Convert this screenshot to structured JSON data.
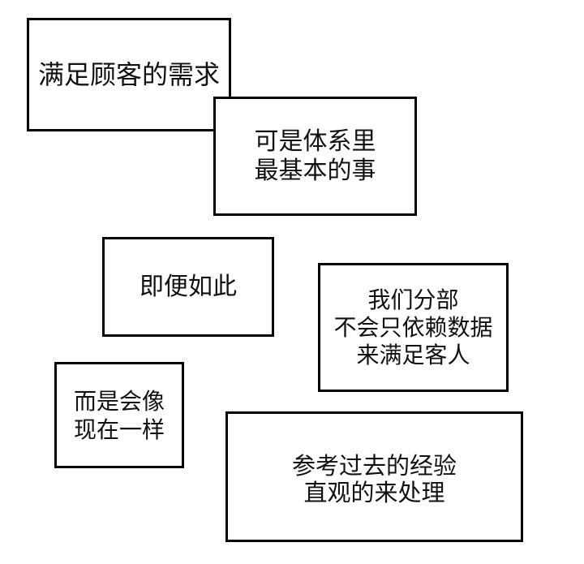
{
  "page": {
    "background_color": "#ffffff",
    "bubble_border_color": "#000000",
    "text_color": "#111111"
  },
  "bubbles": [
    {
      "name": "bubble-1",
      "lines": [
        "满足顾客的需求"
      ]
    },
    {
      "name": "bubble-2",
      "lines": [
        "可是体系里",
        "最基本的事"
      ]
    },
    {
      "name": "bubble-3",
      "lines": [
        "即便如此"
      ]
    },
    {
      "name": "bubble-4",
      "lines": [
        "我们分部",
        "不会只依赖数据",
        "来满足客人"
      ]
    },
    {
      "name": "bubble-5",
      "lines": [
        "而是会像",
        "现在一样"
      ]
    },
    {
      "name": "bubble-6",
      "lines": [
        "参考过去的经验",
        "直观的来处理"
      ]
    }
  ]
}
